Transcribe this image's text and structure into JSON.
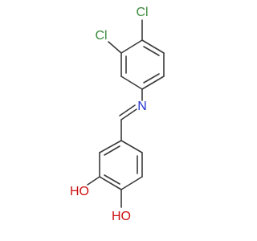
{
  "molecule": {
    "atoms": {
      "cl_top": {
        "symbol": "Cl",
        "color": "#3a8a3a"
      },
      "cl_left": {
        "symbol": "Cl",
        "color": "#3a8a3a"
      },
      "n": {
        "symbol": "N",
        "color": "#2233cc"
      },
      "oh_upper": {
        "symbol": "HO",
        "color": "#cc1111"
      },
      "oh_lower": {
        "symbol": "HO",
        "color": "#cc1111"
      }
    },
    "bond_color": "#3a3a3a"
  }
}
